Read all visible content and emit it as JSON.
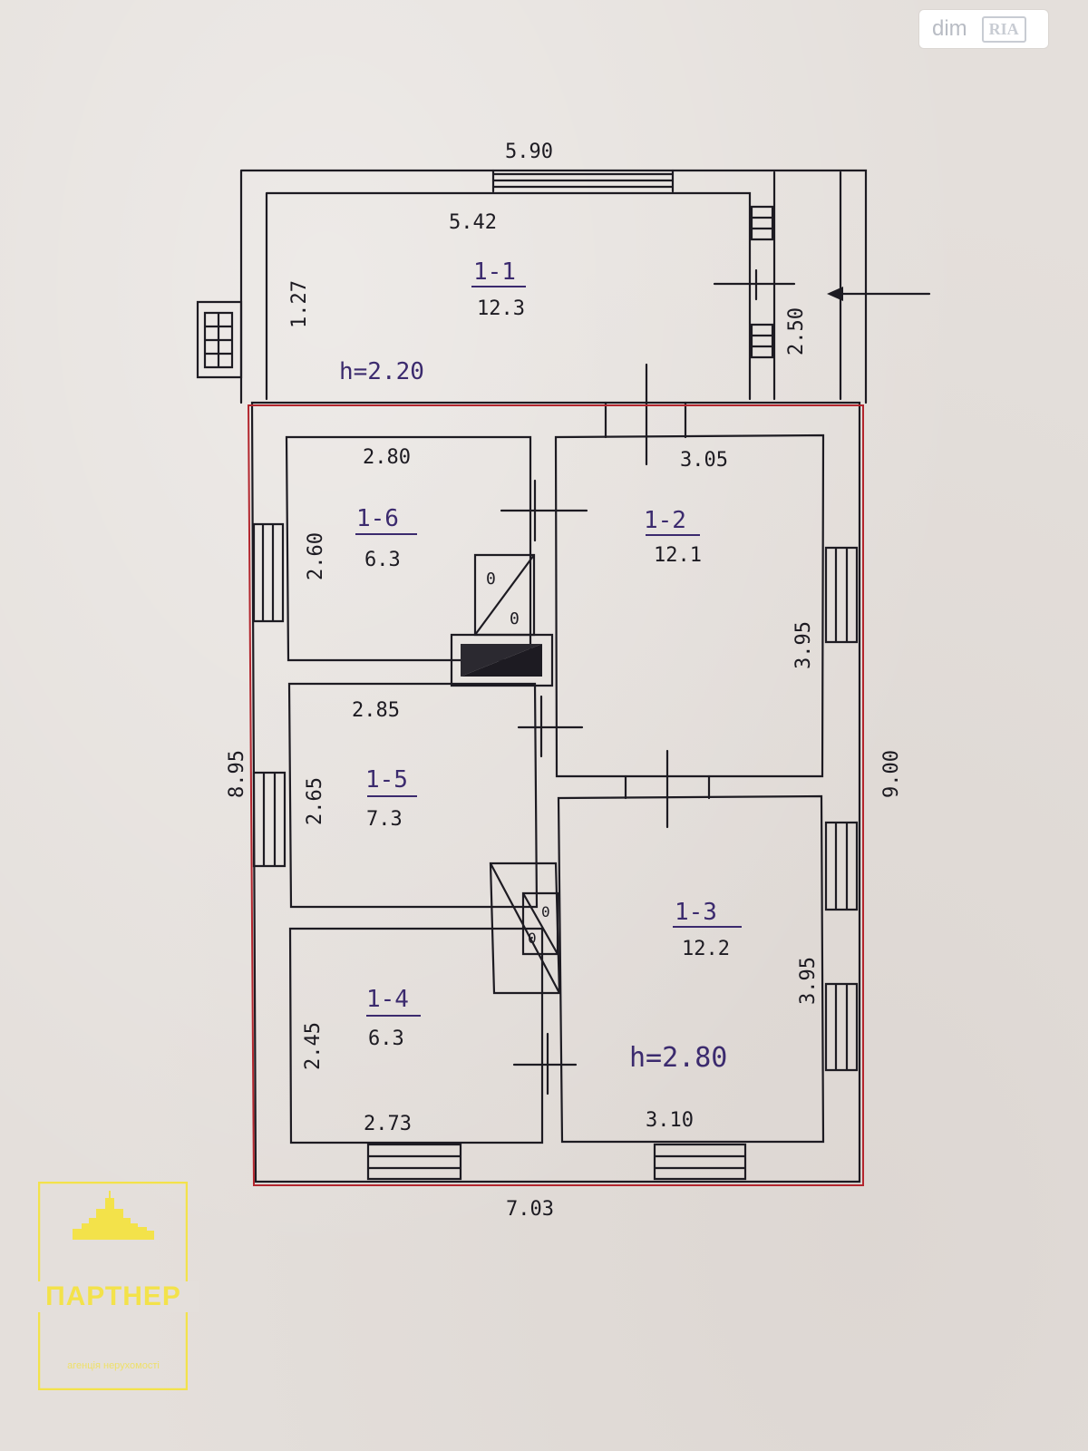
{
  "watermark": {
    "site": "dim",
    "brand": "RIA"
  },
  "agency": {
    "name": "ПАРТНЕР",
    "tagline": "агенція нерухомості"
  },
  "plan": {
    "outer_dimensions": {
      "top": "5.90",
      "bottom": "7.03",
      "left": "8.95",
      "right": "9.00",
      "vestibule_side": "2.50"
    },
    "heights": {
      "annex": "h=2.20",
      "main": "h=2.80"
    },
    "rooms": [
      {
        "id": "1-1",
        "area": "12.3",
        "width": "5.42",
        "depth": "1.27"
      },
      {
        "id": "1-2",
        "area": "12.1",
        "width": "3.05",
        "depth": "3.95"
      },
      {
        "id": "1-3",
        "area": "12.2",
        "width": "3.10",
        "depth": "3.95"
      },
      {
        "id": "1-4",
        "area": "6.3",
        "width": "2.73",
        "depth": "2.45"
      },
      {
        "id": "1-5",
        "area": "7.3",
        "width": "2.85",
        "depth": "2.65"
      },
      {
        "id": "1-6",
        "area": "6.3",
        "width": "2.80",
        "depth": "2.60"
      }
    ],
    "stove_marks": [
      "0",
      "0",
      "0",
      "0"
    ]
  },
  "colors": {
    "ink": "#1d1b22",
    "room_label": "#3b2a6e",
    "wall_red": "#b3262e",
    "logo": "#f3e24a"
  }
}
